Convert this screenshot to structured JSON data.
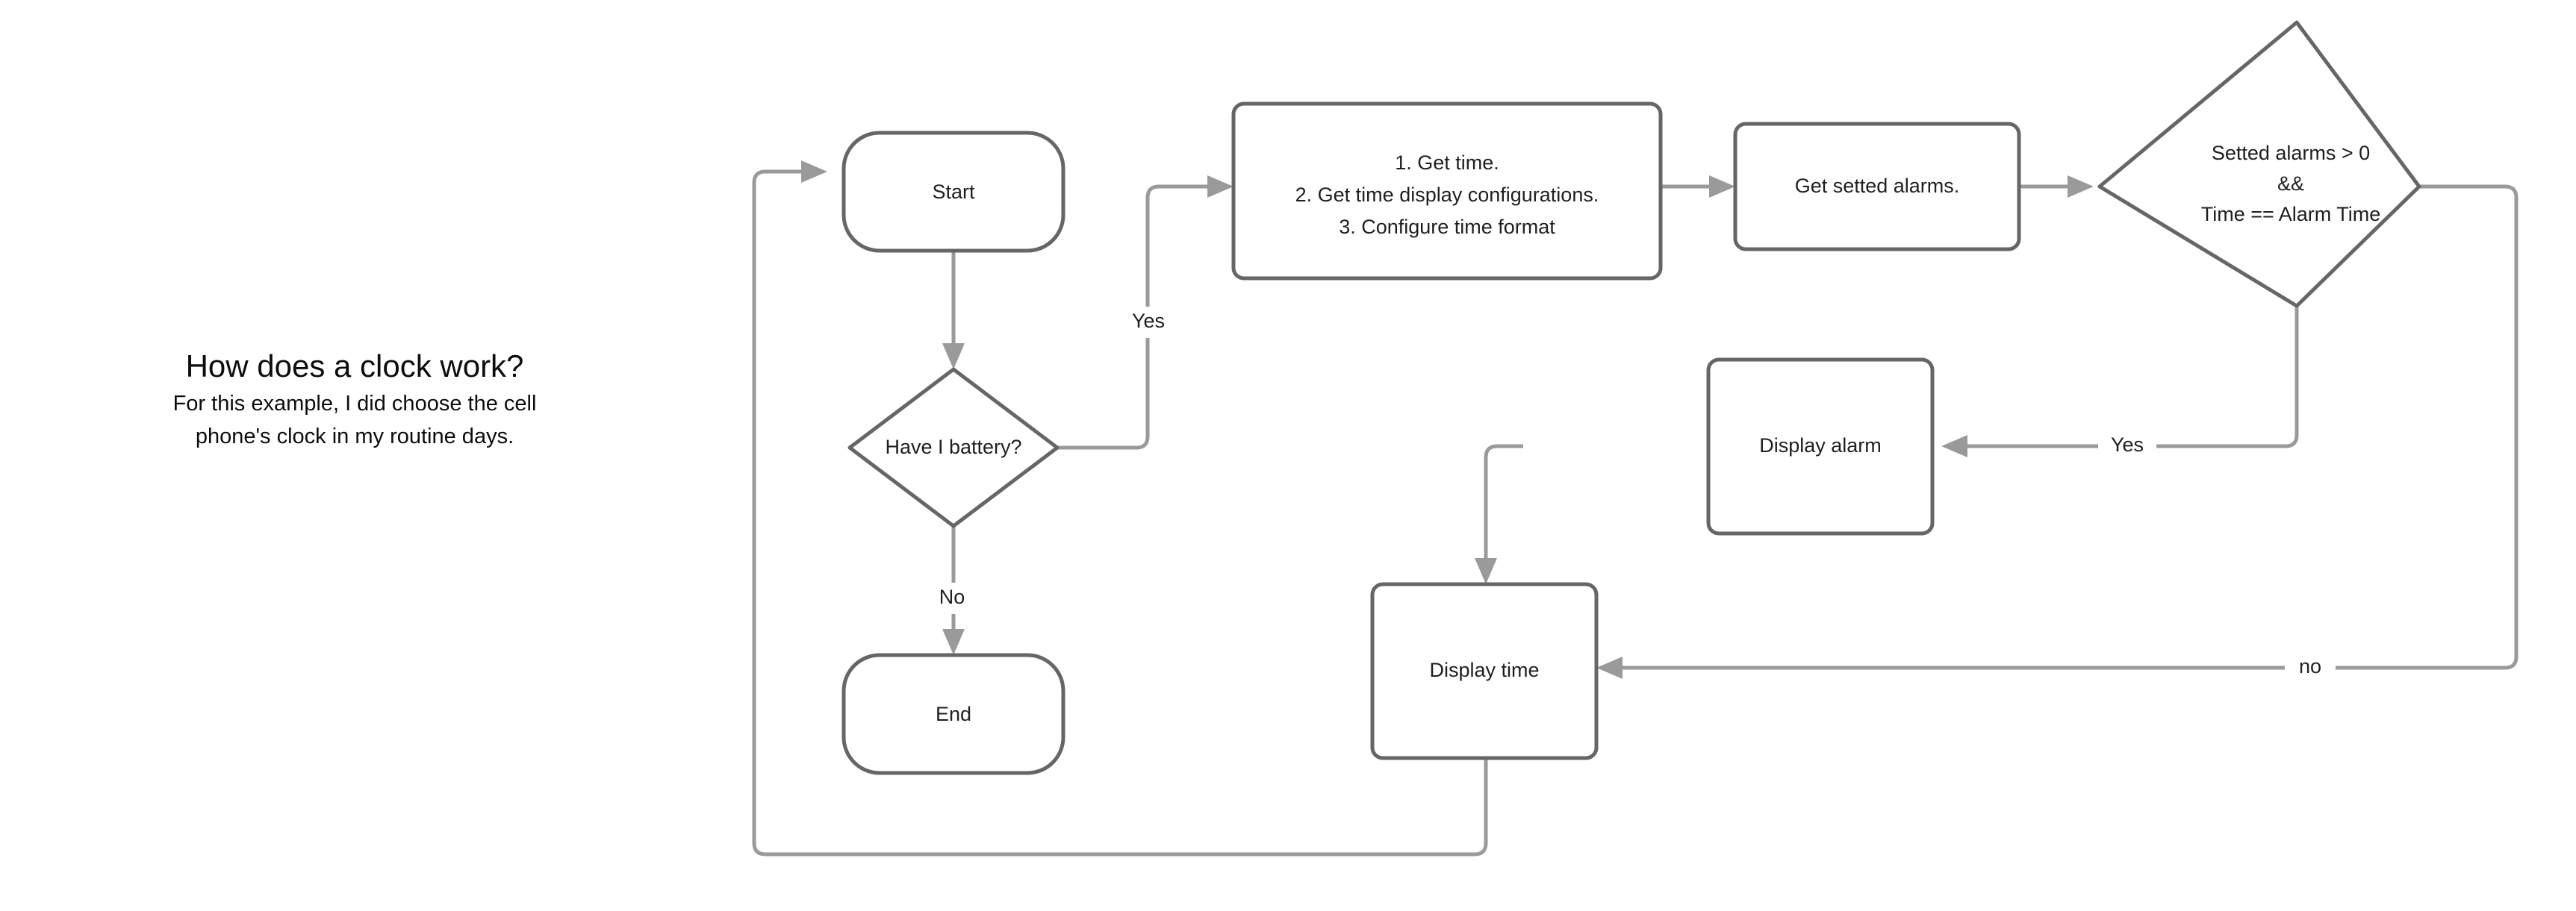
{
  "heading": {
    "title": "How does a clock work?",
    "subtitle_line1": "For this example, I did choose the cell",
    "subtitle_line2": "phone's clock in my routine days."
  },
  "diagram": {
    "type": "flowchart",
    "nodes": {
      "start": {
        "label": "Start",
        "shape": "stadium"
      },
      "have_battery": {
        "label": "Have I battery?",
        "shape": "diamond"
      },
      "end": {
        "label": "End",
        "shape": "stadium"
      },
      "get_time_steps": {
        "shape": "process",
        "line1": "1. Get time.",
        "line2": "2. Get time display configurations.",
        "line3": "3. Configure time format"
      },
      "get_alarms": {
        "label": "Get setted alarms.",
        "shape": "process"
      },
      "alarm_condition": {
        "shape": "diamond",
        "line1": "Setted alarms > 0",
        "line2": "&&",
        "line3": "Time == Alarm Time"
      },
      "display_alarm": {
        "label": "Display alarm",
        "shape": "process"
      },
      "display_time": {
        "label": "Display time",
        "shape": "process"
      }
    },
    "edge_labels": {
      "battery_yes": "Yes",
      "battery_no": "No",
      "alarm_yes": "Yes",
      "alarm_no": "no"
    },
    "colors": {
      "node_border": "#666666",
      "connector": "#9a9a9a",
      "text": "#1f1f1f",
      "background": "#ffffff"
    }
  }
}
